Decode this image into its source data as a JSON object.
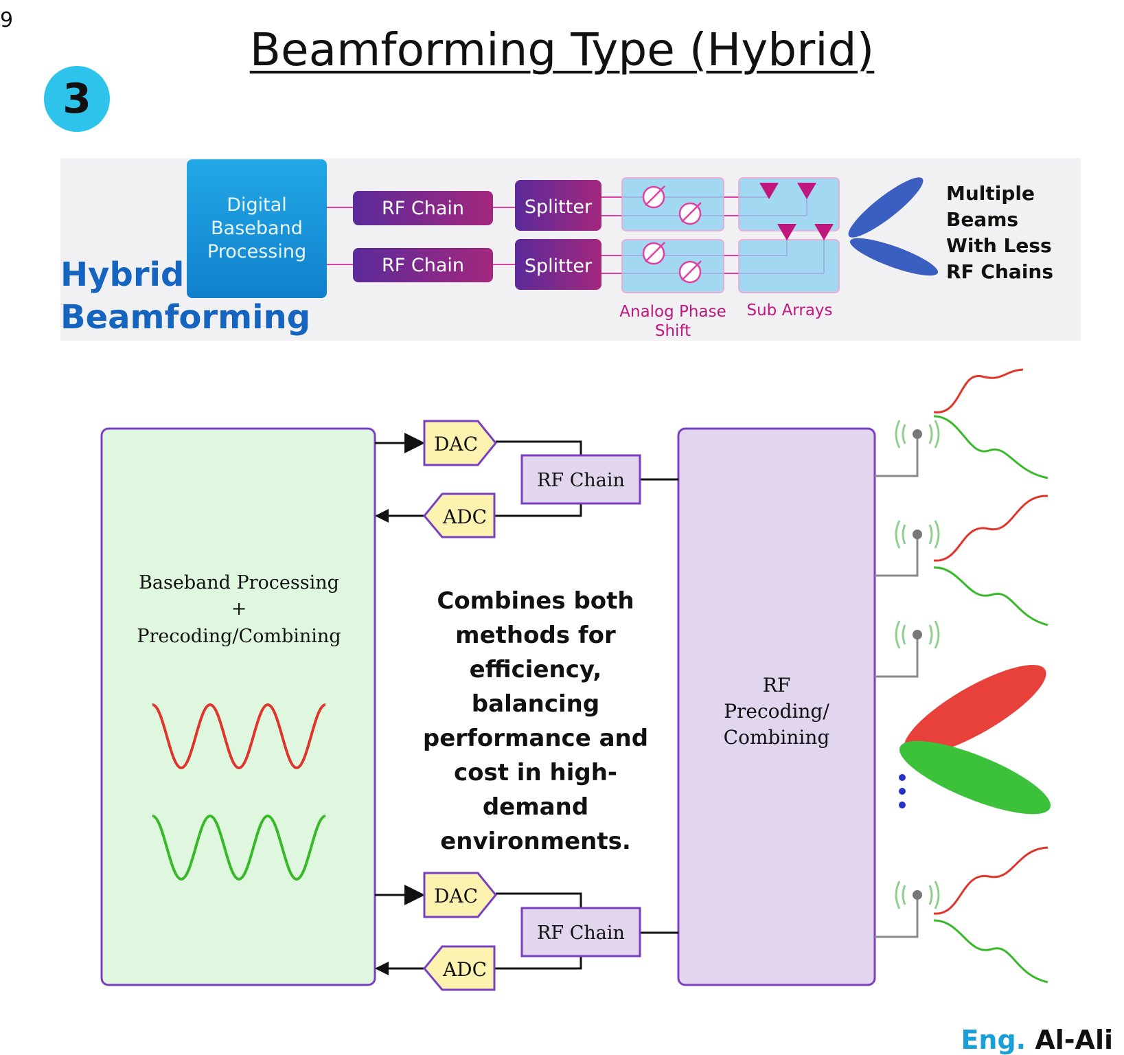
{
  "page_number": "9",
  "title": "Beamforming Type (Hybrid)",
  "step_badge": "3",
  "top_diagram": {
    "label_line1": "Hybrid",
    "label_line2": "Beamforming",
    "digital_block": [
      "Digital",
      "Baseband",
      "Processing"
    ],
    "rf_chain_label": "RF Chain",
    "splitter_label": "Splitter",
    "phase_shift_caption": [
      "Analog Phase",
      "Shift"
    ],
    "sub_arrays_caption": "Sub Arrays",
    "beams_caption": [
      "Multiple",
      "Beams",
      "With Less",
      "RF Chains"
    ]
  },
  "bottom_diagram": {
    "baseband_block": [
      "Baseband Processing",
      "+",
      "Precoding/Combining"
    ],
    "dac_label": "DAC",
    "adc_label": "ADC",
    "rf_chain_label": "RF Chain",
    "rf_precoding_block": [
      "RF",
      "Precoding/",
      "Combining"
    ],
    "description": [
      "Combines both",
      "methods for",
      "efficiency,",
      "balancing",
      "performance and",
      "cost in high-demand",
      "environments."
    ]
  },
  "credit": {
    "prefix": "Eng.",
    "name": "Al-Ali"
  },
  "colors": {
    "accent_blue": "#1565c0",
    "digital_block": "#1a9fe0",
    "rf_chain_purple": "#6a2ea0",
    "phase_box": "#8fd2f2",
    "connector_pink": "#e040a0",
    "beam_blue": "#3a5fc0",
    "baseband_green": "#dff7df",
    "rf_block_lavender": "#e2d5ee",
    "block_border": "#7a3fc0",
    "converter_yellow": "#fdf3b0",
    "signal_red": "#e0352b",
    "signal_green": "#39b82a"
  }
}
